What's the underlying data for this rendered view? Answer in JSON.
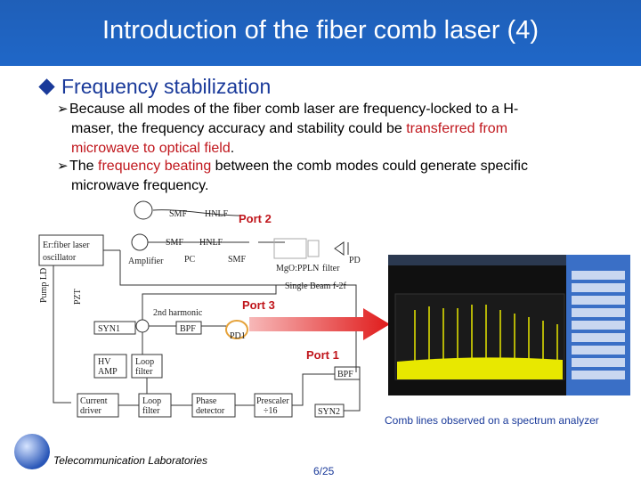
{
  "title": "Introduction of the fiber comb laser (4)",
  "bullet": "Frequency stabilization",
  "p1": {
    "a": "Because all modes of the fiber comb laser are frequency-locked to a H-",
    "b": "maser, the frequency accuracy and stability could be ",
    "red": "transferred from",
    "c_red": "microwave to optical field",
    "c_end": "."
  },
  "p2": {
    "a": "The ",
    "red": "frequency beating",
    "b": " between the comb modes could generate specific",
    "c": "microwave frequency."
  },
  "ports": {
    "p2": "Port 2",
    "p3": "Port 3",
    "p1": "Port 1"
  },
  "diagram": {
    "smf1": "SMF",
    "hnlf1": "HNLF",
    "osc1": "Er:fiber laser",
    "osc2": "oscillator",
    "smf2": "SMF",
    "hnlf2": "HNLF",
    "pc": "PC",
    "amp": "Amplifier",
    "smf3": "SMF",
    "ppln": "MgO:PPLN",
    "filter": "filter",
    "pd": "PD",
    "sb": "Single Beam f-2f",
    "pump": "Pump LD",
    "pzt": "PZT",
    "harm": "2nd harmonic",
    "syn1": "SYN1",
    "bpf1": "BPF",
    "pd1": "PD1",
    "hv1": "HV",
    "hv2": "AMP",
    "loop1": "Loop",
    "loop2": "filter",
    "bpf2": "BPF",
    "cd1": "Current",
    "cd2": "driver",
    "lf1": "Loop",
    "lf2": "filter",
    "ph1": "Phase",
    "ph2": "detector",
    "pre1": "Prescaler",
    "pre2": "÷16",
    "syn2": "SYN2"
  },
  "caption": "Comb lines observed on a spectrum analyzer",
  "lab": "Telecommunication Laboratories",
  "page": "6/25"
}
